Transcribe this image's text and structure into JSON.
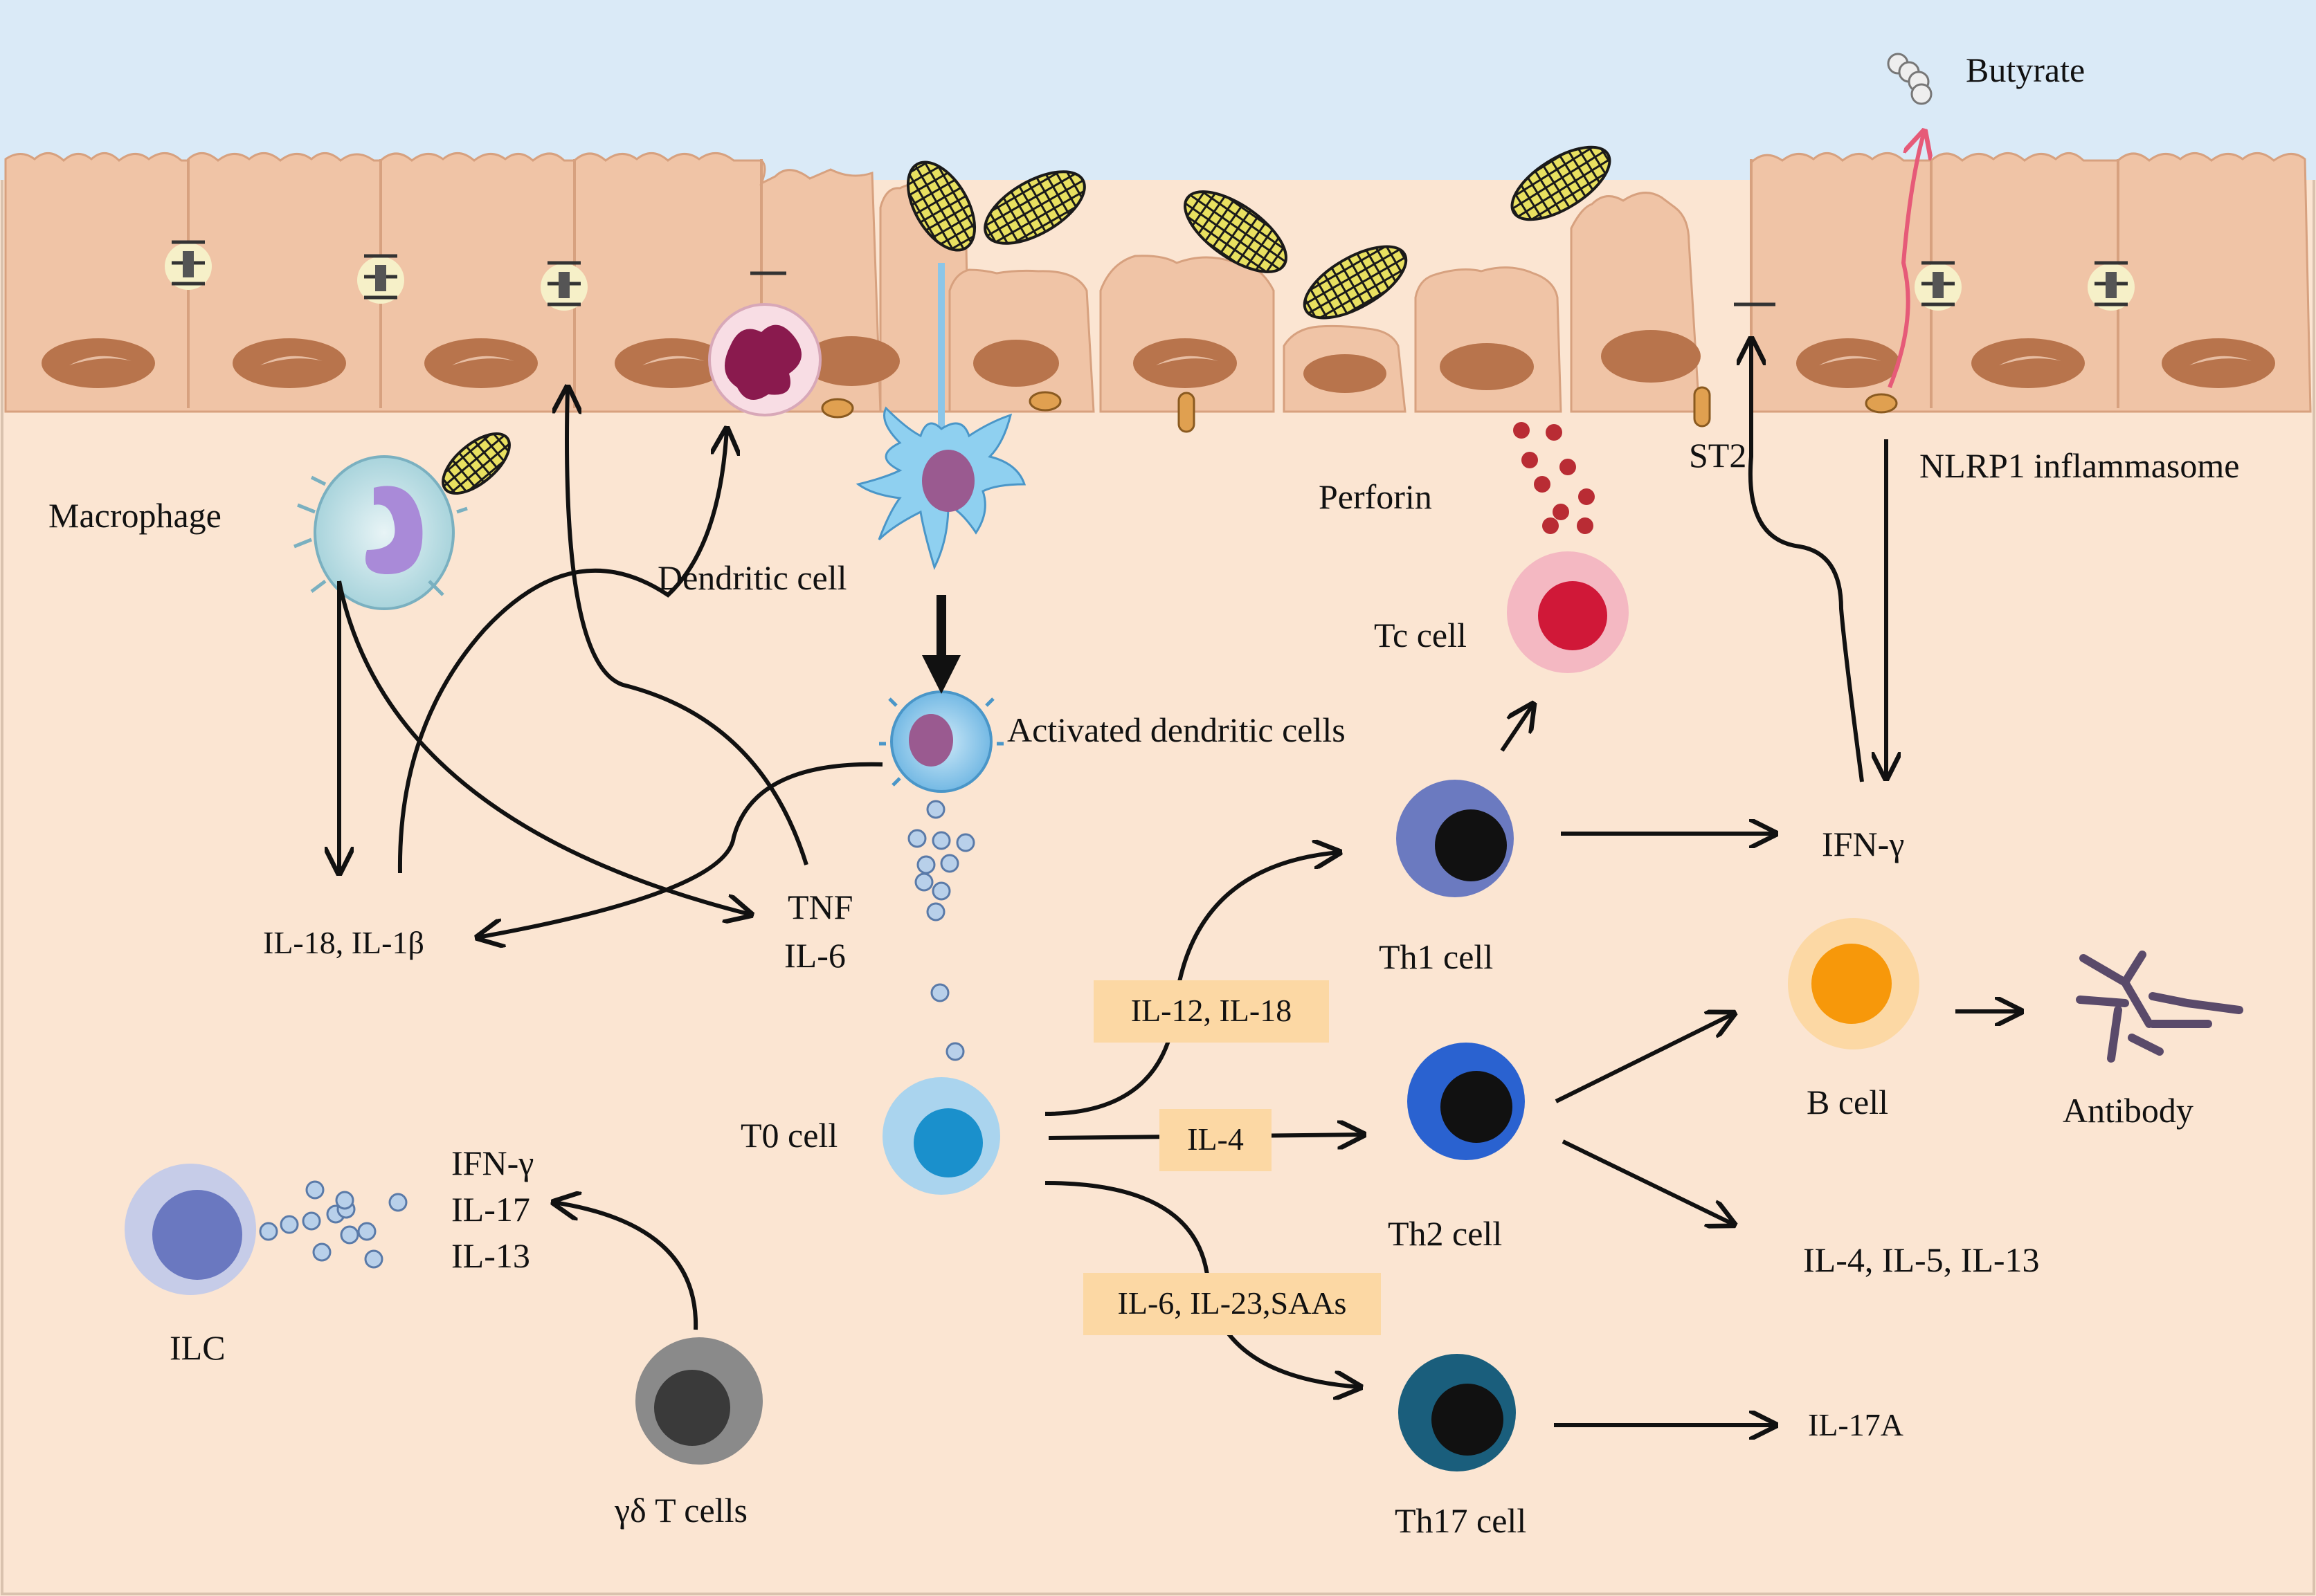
{
  "labels": {
    "butyrate": "Butyrate",
    "macrophage": "Macrophage",
    "dendritic_cell": "Dendritic cell",
    "activated_dendritic_cells": "Activated dendritic cells",
    "perforin": "Perforin",
    "st2": "ST2",
    "nlrp1": "NLRP1 inflammasome",
    "tc_cell": "Tc cell",
    "il18_il1b": "IL-18, IL-1β",
    "tnf": "TNF",
    "il6": "IL-6",
    "th1_cell": "Th1 cell",
    "ifn_gamma_right": "IFN-γ",
    "b_cell": "B cell",
    "antibody": "Antibody",
    "t0_cell": "T0 cell",
    "th2_cell": "Th2 cell",
    "il4_il5_il13": "IL-4, IL-5, IL-13",
    "th17_cell": "Th17 cell",
    "il17a": "IL-17A",
    "ilc": "ILC",
    "gd_t_cells": "γδ T cells",
    "ilc_ifn_gamma": "IFN-γ",
    "ilc_il17": "IL-17",
    "ilc_il13": "IL-13"
  },
  "boxes": {
    "il12_il18": "IL-12, IL-18",
    "il4": "IL-4",
    "il6_il23_saas": "IL-6, IL-23,SAAs"
  },
  "colors": {
    "lumen": "#daeaf7",
    "tissue": "#fbe5d2",
    "epithelium": "#f0c4a6",
    "nucleus": "#b8744c",
    "cytokine_box": "#fcd8a4",
    "butyrate_arrow": "#e65a78",
    "perforin": "#b92c34",
    "bacteria": "#e8e060"
  }
}
